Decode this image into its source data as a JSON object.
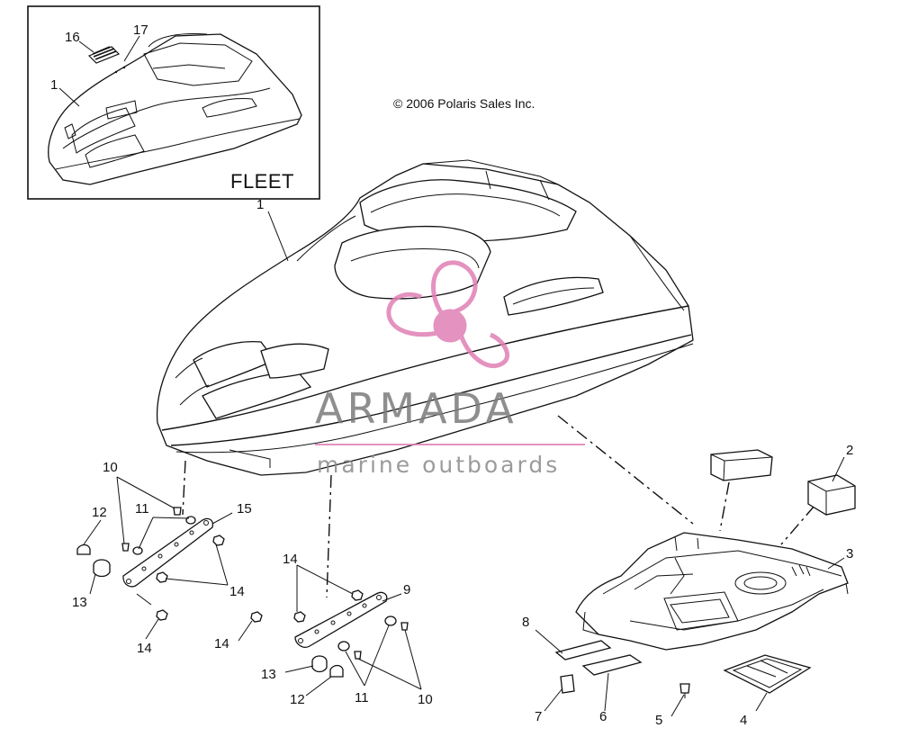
{
  "copyright": "© 2006 Polaris Sales Inc.",
  "inset": {
    "title": "FLEET",
    "callouts": [
      "16",
      "17",
      "1"
    ]
  },
  "watermark": {
    "brand": "ARMADA",
    "tagline": "marine outboards",
    "colors": {
      "logo": "#e07fb4",
      "text": "#7b7b7b"
    }
  },
  "callouts": {
    "c1": "1",
    "c2": "2",
    "c3": "3",
    "c4": "4",
    "c5": "5",
    "c6": "6",
    "c7": "7",
    "c8": "8",
    "c9": "9",
    "c10a": "10",
    "c10b": "10",
    "c11a": "11",
    "c11b": "11",
    "c12a": "12",
    "c12b": "12",
    "c13a": "13",
    "c13b": "13",
    "c14a": "14",
    "c14b": "14",
    "c14c": "14",
    "c14d": "14",
    "c15": "15"
  }
}
